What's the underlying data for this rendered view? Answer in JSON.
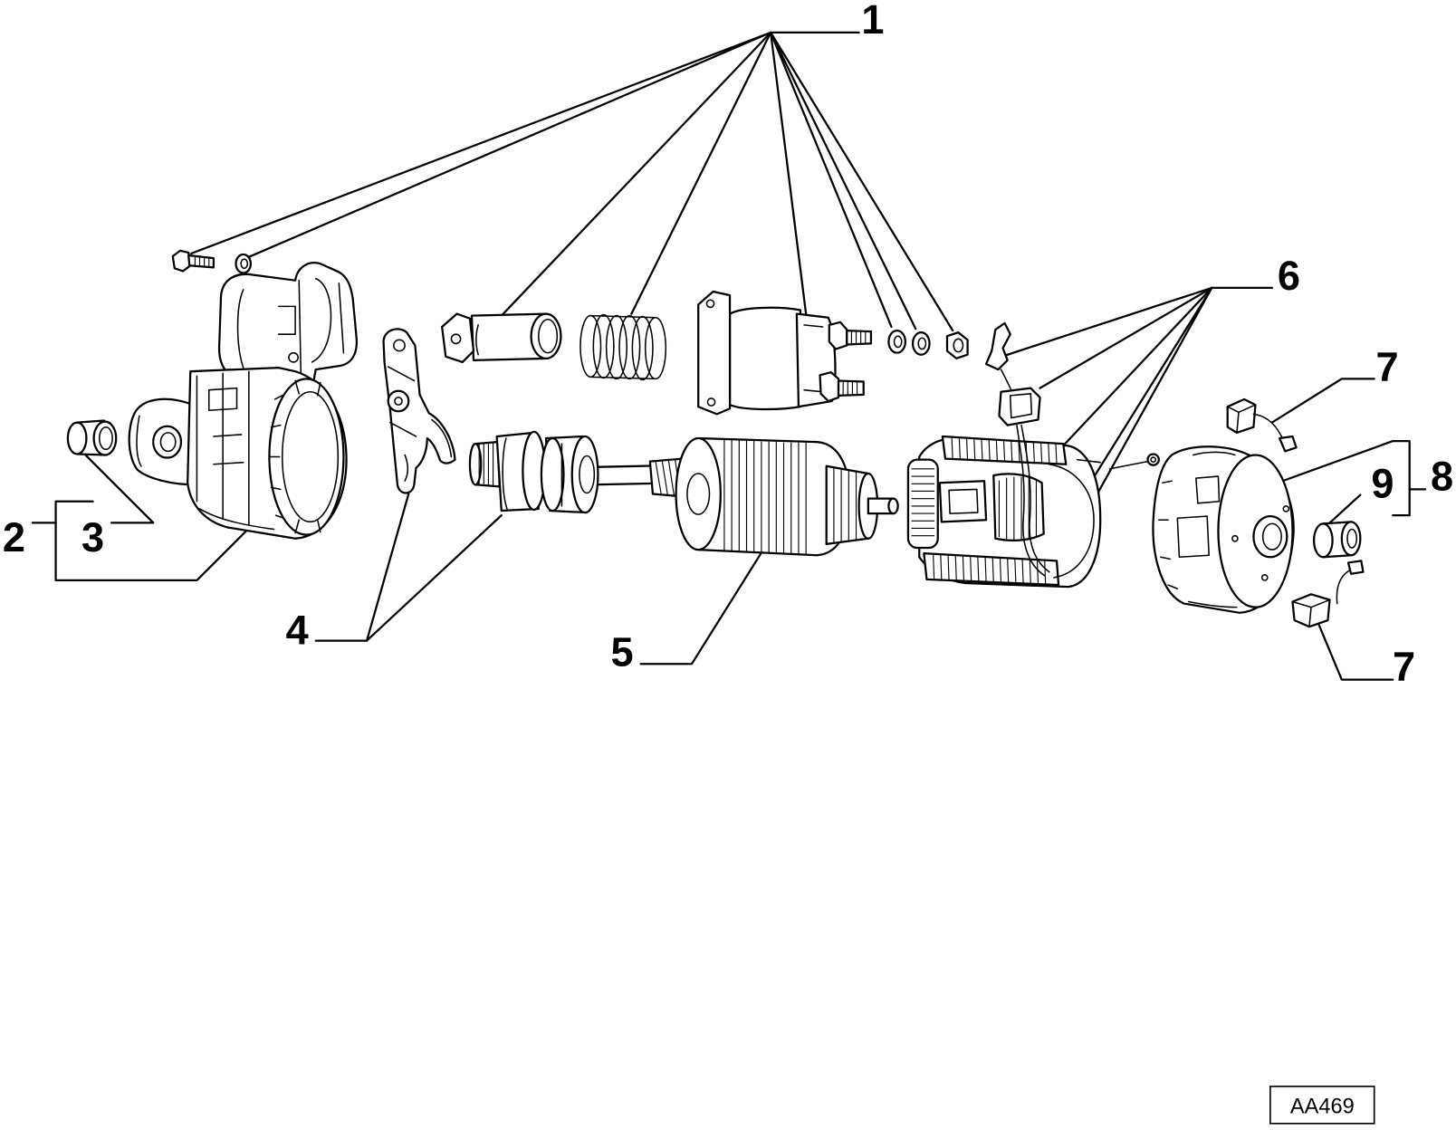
{
  "callouts": {
    "part_1": "1",
    "part_2": "2",
    "part_3": "3",
    "part_4": "4",
    "part_5": "5",
    "part_6": "6",
    "part_7_top": "7",
    "part_7_bottom": "7",
    "part_8": "8",
    "part_9": "9"
  },
  "reference_code": "AA469",
  "colors": {
    "line": "#000000",
    "background": "#ffffff"
  }
}
